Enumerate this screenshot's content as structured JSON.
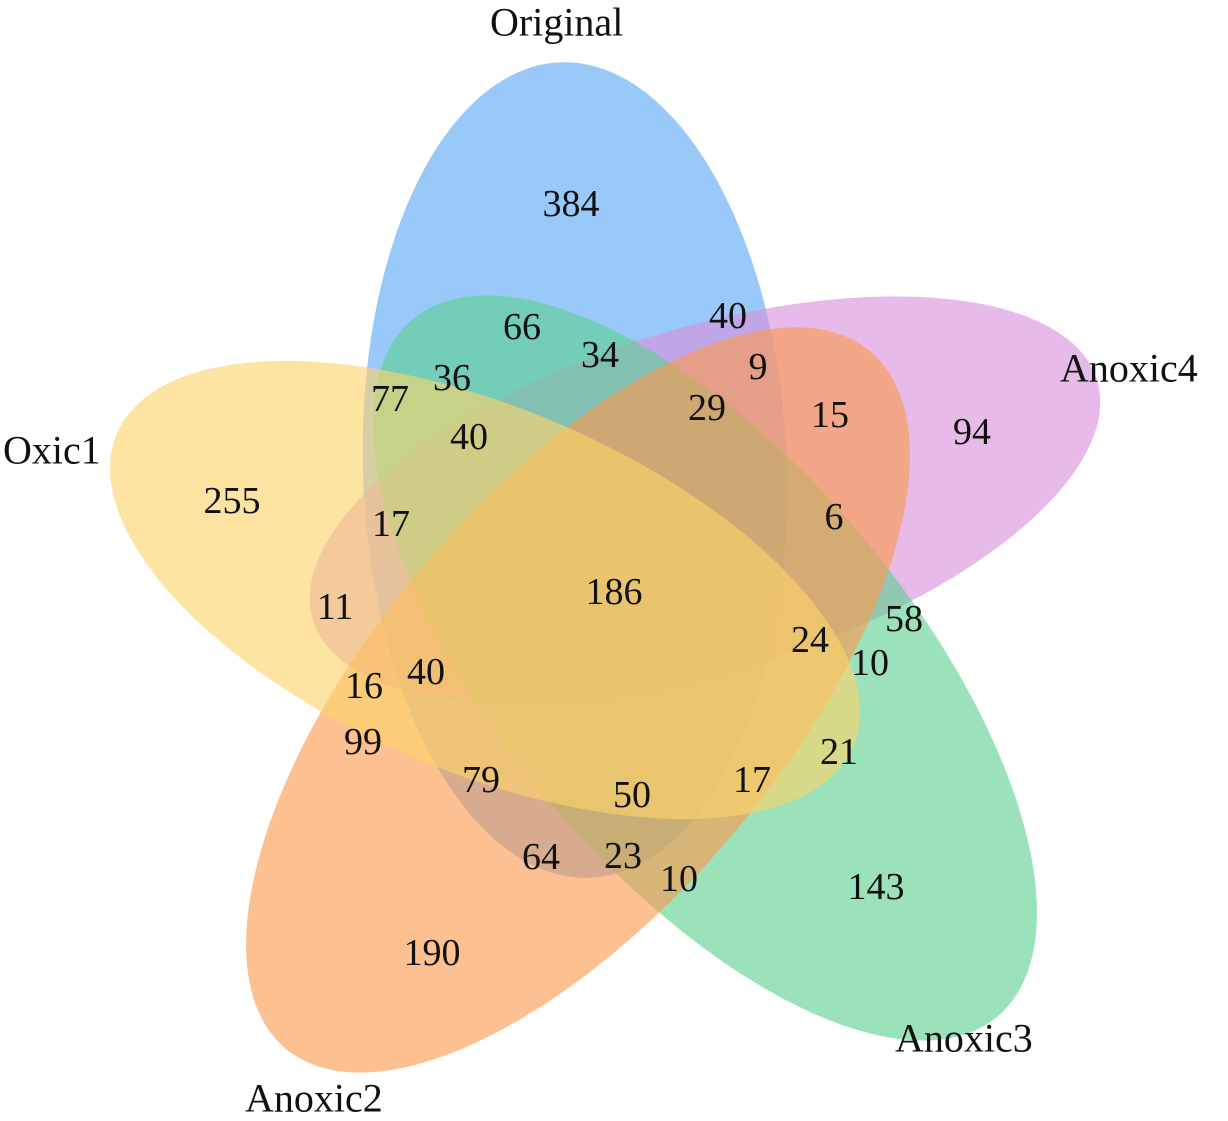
{
  "chart_data": {
    "type": "venn",
    "sets": [
      {
        "name": "Original",
        "color": "#5aa8f5",
        "unique": 384
      },
      {
        "name": "Anoxic4",
        "color": "#d98fdc",
        "unique": 94
      },
      {
        "name": "Anoxic3",
        "color": "#5dd08f",
        "unique": 143
      },
      {
        "name": "Anoxic2",
        "color": "#fc9a4c",
        "unique": 190
      },
      {
        "name": "Oxic1",
        "color": "#fbd36b",
        "unique": 255
      }
    ],
    "region_labels": [
      "384",
      "66",
      "40",
      "34",
      "9",
      "77",
      "36",
      "29",
      "15",
      "94",
      "40",
      "255",
      "17",
      "6",
      "186",
      "11",
      "58",
      "24",
      "10",
      "16",
      "40",
      "99",
      "21",
      "79",
      "50",
      "17",
      "64",
      "23",
      "10",
      "143",
      "190"
    ],
    "all_sets_intersection": 186
  }
}
